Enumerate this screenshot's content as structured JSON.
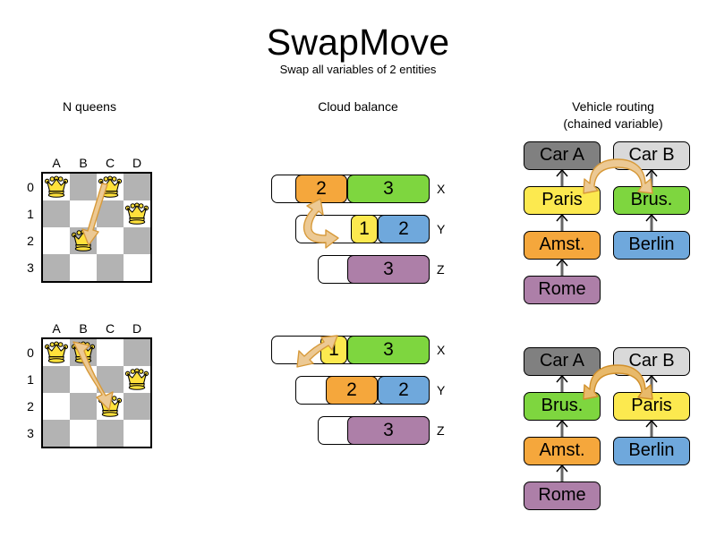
{
  "header": {
    "title": "SwapMove",
    "subtitle": "Swap all variables of 2 entities"
  },
  "sections": {
    "nqueens": {
      "heading": "N queens"
    },
    "cloud": {
      "heading": "Cloud balance"
    },
    "routing": {
      "heading_line1": "Vehicle routing",
      "heading_line2": "(chained variable)"
    }
  },
  "colors": {
    "orange": "#f5a73c",
    "green": "#7ed63f",
    "yellow": "#fce94f",
    "blue": "#6fa8dc",
    "purple": "#ad7fa8",
    "dark_gray": "#808080",
    "light_gray": "#d9d9d9",
    "board_dark": "#b3b3b3",
    "board_light": "#ffffff",
    "arrow_fill": "#ecc994",
    "arrow_stroke": "#d79a3a",
    "arrow_fill_strong": "#e8b96a",
    "arrow_stroke_strong": "#d1902b",
    "queen_gold": "#ffe13c",
    "connector": "#666666"
  },
  "nqueens": {
    "files": [
      "A",
      "B",
      "C",
      "D"
    ],
    "ranks": [
      "0",
      "1",
      "2",
      "3"
    ],
    "before": {
      "queens": [
        {
          "file": "A",
          "rank": "0",
          "col": 0,
          "row": 0
        },
        {
          "file": "C",
          "rank": "0",
          "col": 2,
          "row": 0
        },
        {
          "file": "D",
          "rank": "1",
          "col": 3,
          "row": 1
        },
        {
          "file": "B",
          "rank": "2",
          "col": 1,
          "row": 2
        }
      ],
      "move": {
        "from": "C0",
        "to": "B2",
        "style": "single"
      }
    },
    "after": {
      "queens": [
        {
          "file": "A",
          "rank": "0",
          "col": 0,
          "row": 0
        },
        {
          "file": "B",
          "rank": "0",
          "col": 1,
          "row": 0
        },
        {
          "file": "D",
          "rank": "1",
          "col": 3,
          "row": 1
        },
        {
          "file": "C",
          "rank": "2",
          "col": 2,
          "row": 2
        }
      ],
      "move": {
        "from": "B0",
        "to": "C2",
        "style": "double"
      }
    }
  },
  "cloud_balance": {
    "before": {
      "rows": [
        {
          "label": "X",
          "blocks": [
            {
              "value": "2",
              "color": "orange"
            },
            {
              "value": "3",
              "color": "green"
            }
          ]
        },
        {
          "label": "Y",
          "blocks": [
            {
              "value": "1",
              "color": "yellow"
            },
            {
              "value": "2",
              "color": "blue"
            }
          ]
        },
        {
          "label": "Z",
          "blocks": [
            {
              "value": "3",
              "color": "purple"
            }
          ]
        }
      ]
    },
    "after": {
      "rows": [
        {
          "label": "X",
          "blocks": [
            {
              "value": "1",
              "color": "yellow"
            },
            {
              "value": "3",
              "color": "green"
            }
          ]
        },
        {
          "label": "Y",
          "blocks": [
            {
              "value": "2",
              "color": "orange"
            },
            {
              "value": "2",
              "color": "blue"
            }
          ]
        },
        {
          "label": "Z",
          "blocks": [
            {
              "value": "3",
              "color": "purple"
            }
          ]
        }
      ]
    }
  },
  "vehicle_routing": {
    "before": {
      "left_chain": [
        "Car A",
        "Paris",
        "Amst.",
        "Rome"
      ],
      "right_chain": [
        "Car B",
        "Brus.",
        "Berlin"
      ],
      "swap": [
        "Paris",
        "Brus."
      ]
    },
    "after": {
      "left_chain": [
        "Car A",
        "Brus.",
        "Amst.",
        "Rome"
      ],
      "right_chain": [
        "Car B",
        "Paris",
        "Berlin"
      ],
      "swap": [
        "Brus.",
        "Paris"
      ]
    },
    "box_colors": {
      "Car A": "dark_gray",
      "Car B": "light_gray",
      "Paris": "yellow",
      "Brus.": "green",
      "Amst.": "orange",
      "Berlin": "blue",
      "Rome": "purple"
    }
  }
}
